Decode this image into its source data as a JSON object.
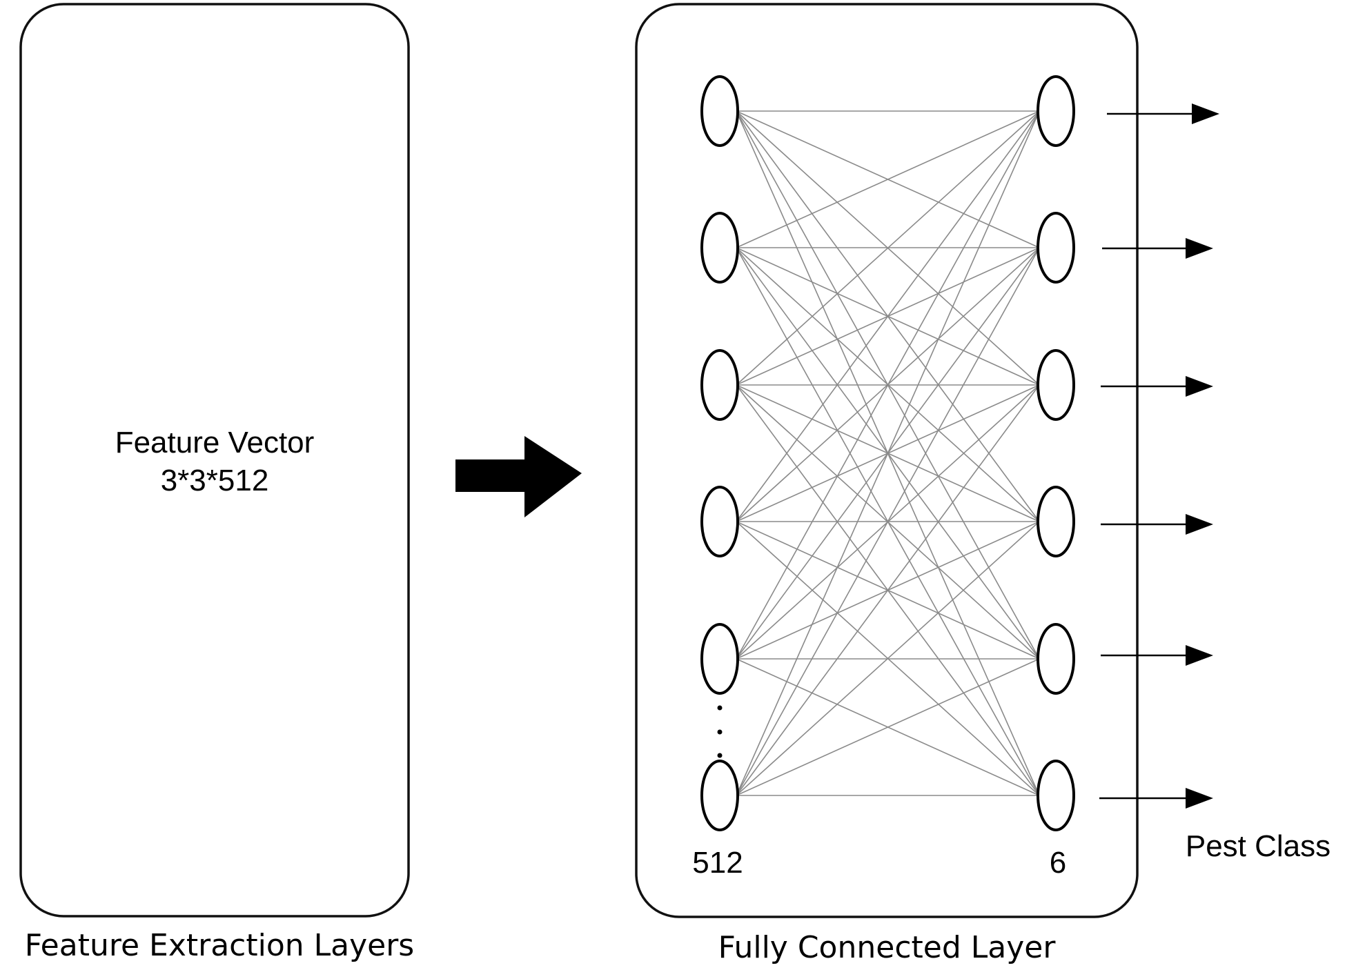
{
  "feature_box": {
    "caption": "Feature Extraction Layers",
    "title": "Feature Vector",
    "dims": "3*3*512"
  },
  "fc_box": {
    "caption": "Fully Connected Layer",
    "input_count_label": "512",
    "output_count_label": "6",
    "input_nodes_drawn": 6,
    "output_nodes_drawn": 6,
    "ellipsis": "⋮"
  },
  "output_label": "Pest Class",
  "colors": {
    "stroke": "#000000",
    "connection": "#8a8a8a",
    "background": "#ffffff"
  }
}
